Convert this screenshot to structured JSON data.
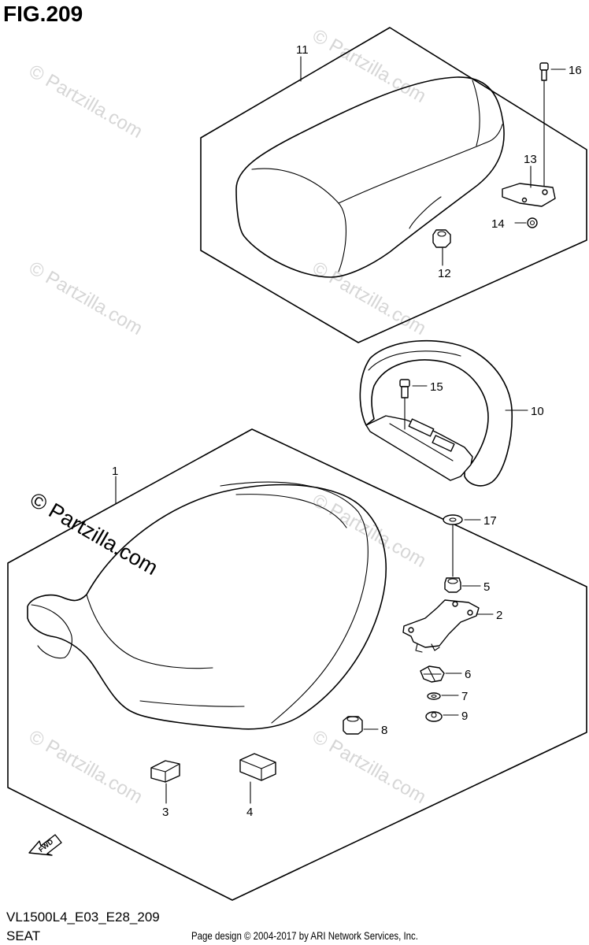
{
  "figure": {
    "title": "FIG.209",
    "model_code": "VL1500L4_E03_E28_209",
    "section_name": "SEAT",
    "copyright": "Page design © 2004-2017 by ARI Network Services, Inc."
  },
  "watermarks": {
    "repeated": "© Partzilla.com",
    "main": "© Partzilla.com"
  },
  "fwd_arrow_label": "FWD",
  "callouts": [
    {
      "id": "1",
      "part": "front seat"
    },
    {
      "id": "2",
      "part": "seat bracket"
    },
    {
      "id": "3",
      "part": "cushion"
    },
    {
      "id": "4",
      "part": "cushion"
    },
    {
      "id": "5",
      "part": "cushion"
    },
    {
      "id": "6",
      "part": "clip"
    },
    {
      "id": "7",
      "part": "washer"
    },
    {
      "id": "8",
      "part": "cushion"
    },
    {
      "id": "9",
      "part": "nut"
    },
    {
      "id": "10",
      "part": "backrest"
    },
    {
      "id": "11",
      "part": "rear seat"
    },
    {
      "id": "12",
      "part": "cushion"
    },
    {
      "id": "13",
      "part": "bracket"
    },
    {
      "id": "14",
      "part": "nut"
    },
    {
      "id": "15",
      "part": "bolt"
    },
    {
      "id": "16",
      "part": "bolt"
    },
    {
      "id": "17",
      "part": "washer"
    }
  ]
}
